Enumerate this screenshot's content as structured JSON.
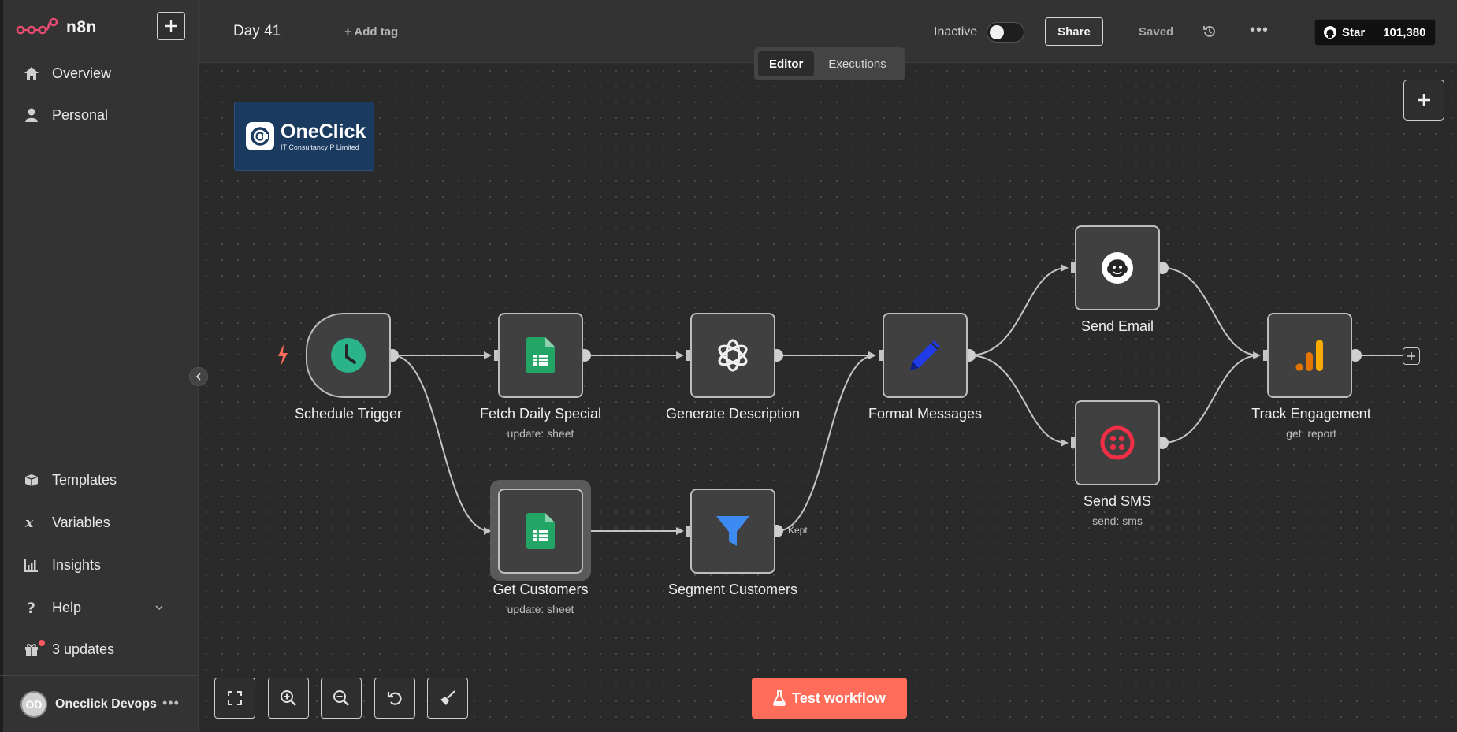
{
  "app": {
    "brand": "n8n"
  },
  "sidebar": {
    "top_items": [
      {
        "label": "Overview",
        "icon": "home-icon"
      },
      {
        "label": "Personal",
        "icon": "user-icon"
      }
    ],
    "bottom_items": [
      {
        "label": "Templates",
        "icon": "box-icon"
      },
      {
        "label": "Variables",
        "icon": "variable-icon"
      },
      {
        "label": "Insights",
        "icon": "chart-icon"
      },
      {
        "label": "Help",
        "icon": "help-icon"
      },
      {
        "label": "3 updates",
        "icon": "gift-icon"
      }
    ],
    "user": {
      "initials": "OD",
      "name": "Oneclick Devops",
      "more": "•••"
    }
  },
  "header": {
    "workflow_name": "Day 41",
    "add_tag": "+ Add tag",
    "status_label": "Inactive",
    "share": "Share",
    "saved": "Saved",
    "more": "•••",
    "github": {
      "star": "Star",
      "count": "101,380"
    }
  },
  "tabs": {
    "editor": "Editor",
    "executions": "Executions"
  },
  "canvas": {
    "logo": {
      "title": "OneClick",
      "subtitle": "IT Consultancy P Limited"
    },
    "kept_label": "Kept",
    "nodes": {
      "schedule": {
        "name": "Schedule Trigger"
      },
      "fetch": {
        "name": "Fetch Daily Special",
        "sub": "update: sheet"
      },
      "generate": {
        "name": "Generate Description"
      },
      "format": {
        "name": "Format Messages"
      },
      "email": {
        "name": "Send Email"
      },
      "sms": {
        "name": "Send SMS",
        "sub": "send: sms"
      },
      "track": {
        "name": "Track Engagement",
        "sub": "get: report"
      },
      "customers": {
        "name": "Get Customers",
        "sub": "update: sheet"
      },
      "segment": {
        "name": "Segment Customers"
      }
    }
  },
  "toolbar": {
    "test": "Test workflow"
  },
  "colors": {
    "accent": "#ff6d5a",
    "sheets_green": "#23a566",
    "filter_blue": "#3d8bf2",
    "twilio_red": "#f22f46",
    "clock_teal": "#2bb38a"
  }
}
